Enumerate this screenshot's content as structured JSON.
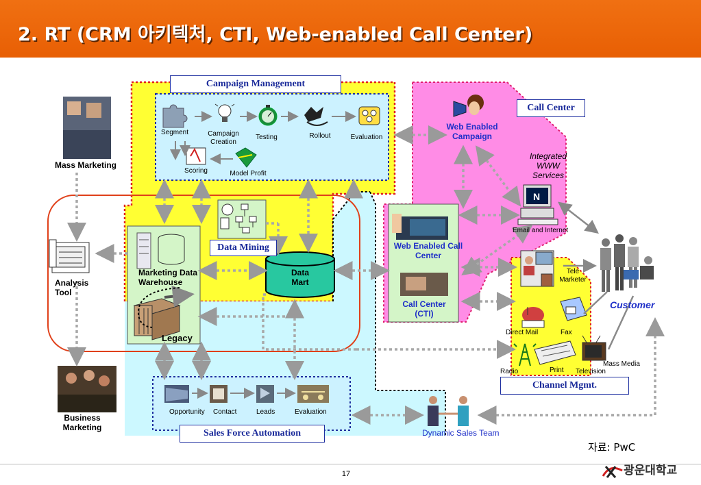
{
  "slide": {
    "title": "2. RT (CRM 아키텍처, CTI, Web-enabled Call Center)",
    "page_number": "17",
    "source": "자료: PwC",
    "logo_text": "광운대학교"
  },
  "campaign": {
    "title": "Campaign   Management",
    "steps": [
      "Segment",
      "Campaign Creation",
      "Testing",
      "Rollout",
      "Evaluation"
    ],
    "scoring": "Scoring",
    "model_profit": "Model Profit"
  },
  "left": {
    "mass_marketing": "Mass Marketing",
    "analysis_tool": "Analysis Tool",
    "business_marketing": "Business Marketing"
  },
  "core": {
    "data_mining": "Data Mining",
    "warehouse": "Marketing Data Warehouse",
    "data_mart": "Data Mart",
    "legacy": "Legacy"
  },
  "sfa": {
    "title": "Sales Force Automation",
    "steps": [
      "Opportunity",
      "Contact",
      "Leads",
      "Evaluation"
    ],
    "dynamic_team": "Dynamic Sales Team"
  },
  "call_center": {
    "title": "Call Center",
    "web_campaign": "Web Enabled Campaign",
    "integrated": "Integrated WWW Services",
    "email_internet": "Email and Internet",
    "web_call_center": "Web Enabled Call Center",
    "cti": "Call Center (CTI)"
  },
  "channel": {
    "title": "Channel Mgmt.",
    "telemarketer": "Tele Marketer",
    "direct_mail": "Direct Mail",
    "fax": "Fax",
    "radio": "Radio",
    "print": "Print",
    "television": "Television",
    "mass_media": "Mass Media"
  },
  "customer": "Customer",
  "colors": {
    "title_bar": "#e96405",
    "yellow_region": "#ffff33",
    "cyan_region": "#ccf8ff",
    "pink_region": "#ff8ce6",
    "green_panel": "#d4f5c8",
    "label_blue": "#1e2fc8"
  }
}
